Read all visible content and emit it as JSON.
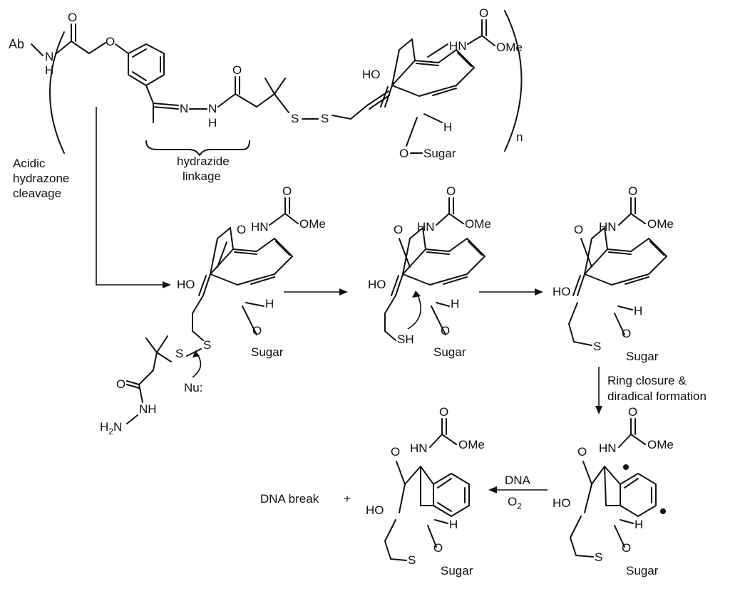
{
  "structure_1": {
    "ab": "Ab",
    "nh": "N",
    "nh_h": "H",
    "o_carbonyl": "O",
    "o_ether": "O",
    "n_imine": "N",
    "n_hydrazide": "N",
    "n_hydrazide_h": "H",
    "o_hydrazide": "O",
    "s1": "S",
    "s2": "S",
    "hn": "HN",
    "o_carbamate": "O",
    "ome": "OMe",
    "ho": "HO",
    "h": "H",
    "o_sugar": "O",
    "sugar": "Sugar",
    "subscript_n": "n",
    "hydrazide_label_1": "hydrazide",
    "hydrazide_label_2": "linkage"
  },
  "step_labels": {
    "acidic_1": "Acidic",
    "acidic_2": "hydrazone",
    "acidic_3": "cleavage",
    "ring_closure_1": "Ring closure &",
    "ring_closure_2": "diradical formation",
    "dna": "DNA",
    "o2": "O",
    "o2_sub": "2"
  },
  "structure_2": {
    "o_ketone": "O",
    "hn": "HN",
    "o_carbamate": "O",
    "ome": "OMe",
    "ho": "HO",
    "h": "H",
    "o_sugar": "O",
    "sugar": "Sugar",
    "s1": "S",
    "s2": "S",
    "nu": "Nu:",
    "o_amide": "O",
    "nh": "NH",
    "h2n_main": "H",
    "h2n_sub": "2",
    "h2n_n": "N"
  },
  "structure_3": {
    "o_ketone": "O",
    "hn": "HN",
    "o_carbamate": "O",
    "ome": "OMe",
    "ho": "HO",
    "sh": "SH",
    "h": "H",
    "o_sugar": "O",
    "sugar": "Sugar"
  },
  "structure_4": {
    "o_ketone": "O",
    "hn": "HN",
    "o_carbamate": "O",
    "ome": "OMe",
    "ho": "HO",
    "s": "S",
    "h": "H",
    "o_sugar": "O",
    "sugar": "Sugar"
  },
  "structure_5": {
    "o_ketone": "O",
    "hn": "HN",
    "o_carbamate": "O",
    "ome": "OMe",
    "ho": "HO",
    "s": "S",
    "h": "H",
    "o_sugar": "O",
    "sugar": "Sugar"
  },
  "structure_6": {
    "o_ketone": "O",
    "hn": "HN",
    "o_carbamate": "O",
    "ome": "OMe",
    "ho": "HO",
    "s": "S",
    "h": "H",
    "o_sugar": "O",
    "sugar": "Sugar"
  },
  "products": {
    "dna_break": "DNA break",
    "plus": "+"
  }
}
